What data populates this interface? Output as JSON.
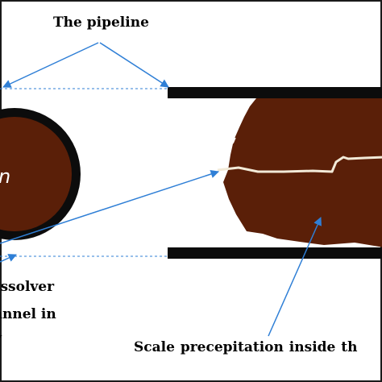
{
  "labels": {
    "pipeline": "The pipeline",
    "dissolver_line1": "issolver",
    "dissolver_line2": "annel in",
    "dissolver_line3": "y",
    "scale": "Scale precepitation   inside th",
    "inner_glyph": "n"
  },
  "colors": {
    "scale_fill": "#5a1f08",
    "pipe_wall": "#0c0c0c",
    "arrow": "#2f7fd6",
    "channel": "#f2ead8",
    "frame": "#1a1a1a"
  }
}
